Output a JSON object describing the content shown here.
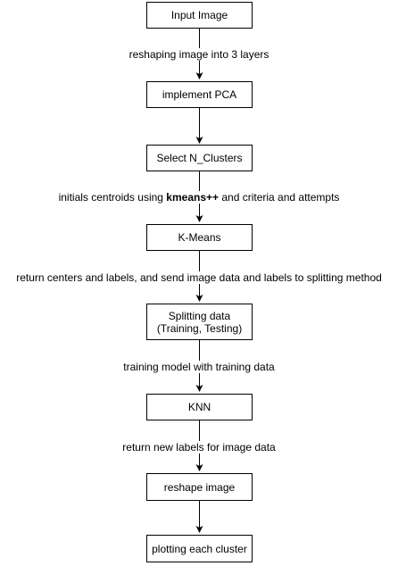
{
  "nodes": [
    {
      "id": "input-image",
      "lines": [
        "Input Image"
      ]
    },
    {
      "id": "implement-pca",
      "lines": [
        "implement PCA"
      ]
    },
    {
      "id": "select-n-clusters",
      "lines": [
        "Select N_Clusters"
      ]
    },
    {
      "id": "k-means",
      "lines": [
        "K-Means"
      ]
    },
    {
      "id": "splitting-data",
      "lines": [
        "Splitting data",
        "(Training, Testing)"
      ]
    },
    {
      "id": "knn",
      "lines": [
        "KNN"
      ]
    },
    {
      "id": "reshape-image",
      "lines": [
        "reshape image"
      ]
    },
    {
      "id": "plotting-each-cluster",
      "lines": [
        "plotting each cluster"
      ]
    }
  ],
  "edges": [
    {
      "from": "input-image",
      "to": "implement-pca",
      "label": "reshaping image into 3 layers"
    },
    {
      "from": "implement-pca",
      "to": "select-n-clusters",
      "label": ""
    },
    {
      "from": "select-n-clusters",
      "to": "k-means",
      "label_before": "initials centroids using ",
      "label_bold": "kmeans++",
      "label_after": " and criteria and attempts"
    },
    {
      "from": "k-means",
      "to": "splitting-data",
      "label": "return centers and labels, and send image data and labels to splitting method"
    },
    {
      "from": "splitting-data",
      "to": "knn",
      "label": "training model with training data"
    },
    {
      "from": "knn",
      "to": "reshape-image",
      "label": "return new labels for image data"
    },
    {
      "from": "reshape-image",
      "to": "plotting-each-cluster",
      "label": ""
    }
  ],
  "colors": {
    "stroke": "#000000",
    "background": "#ffffff"
  }
}
